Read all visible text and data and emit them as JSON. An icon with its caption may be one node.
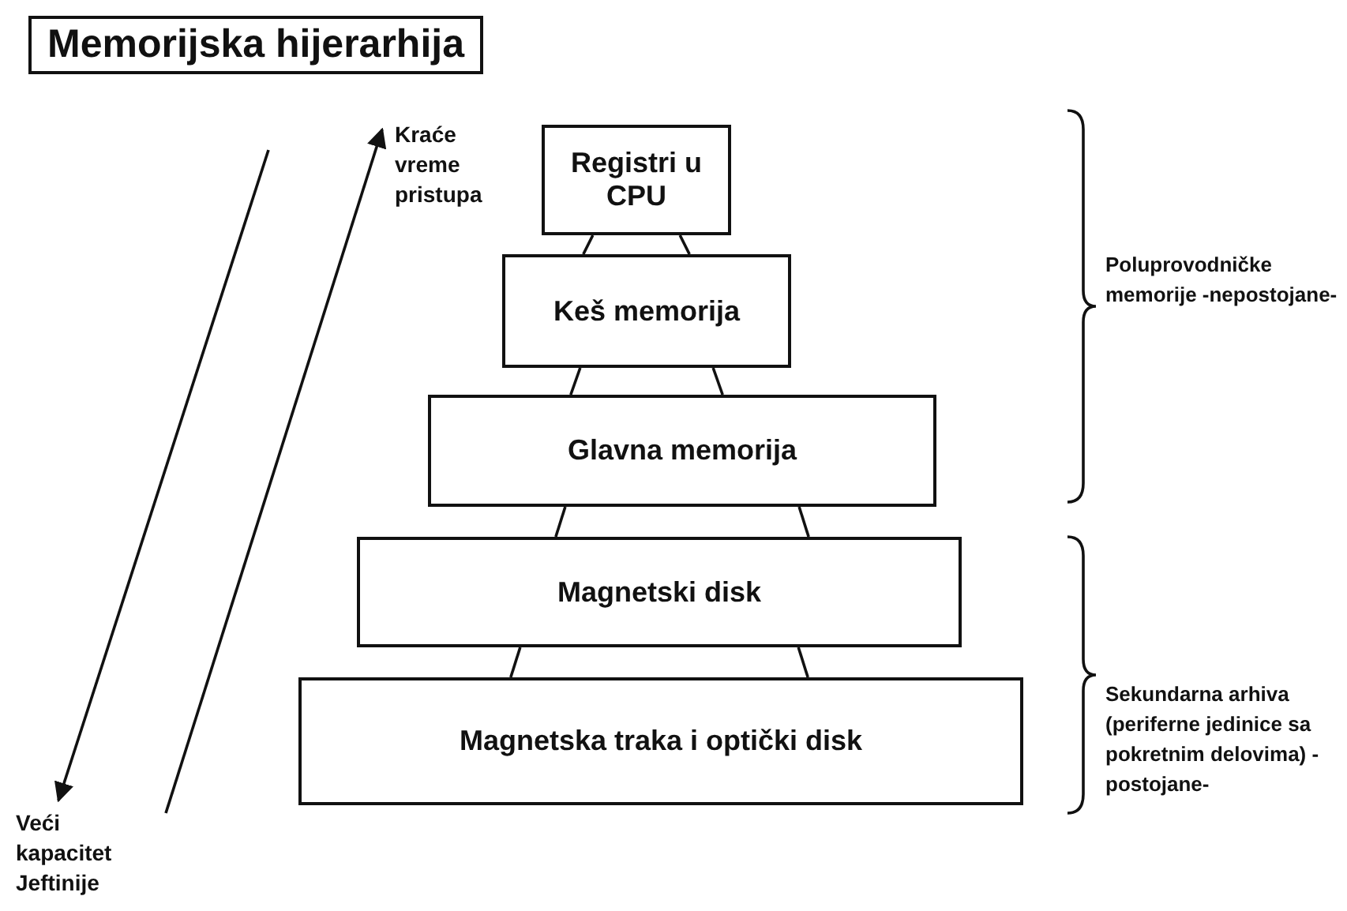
{
  "diagram": {
    "title": "Memorijska hijerarhija",
    "nodes": [
      {
        "text": [
          "Registri u CPU"
        ]
      },
      {
        "text": [
          "Keš memorija"
        ]
      },
      {
        "text": [
          "Glavna memorija"
        ]
      },
      {
        "text": [
          "Magnetski disk"
        ]
      },
      {
        "text": [
          "Magnetska traka i optički disk"
        ]
      },
      {
        "text": [
          "Kraće vreme pristupa"
        ]
      },
      {
        "text": [
          "Veći kapacitet Jeftinije"
        ]
      }
    ],
    "edges": [
      {
        "from": 0,
        "to": 1,
        "arrow": "none"
      },
      {
        "from": 0,
        "to": 1,
        "arrow": "none"
      },
      {
        "from": 1,
        "to": 2,
        "arrow": "none"
      },
      {
        "from": 1,
        "to": 2,
        "arrow": "none"
      },
      {
        "from": 2,
        "to": 3,
        "arrow": "none"
      },
      {
        "from": 2,
        "to": 3,
        "arrow": "none"
      },
      {
        "from": 3,
        "to": 4,
        "arrow": "none"
      },
      {
        "from": 3,
        "to": 4,
        "arrow": "none"
      },
      {
        "from": null,
        "to": 5,
        "arrow": "to"
      },
      {
        "from": null,
        "to": 6,
        "arrow": "to"
      }
    ],
    "labels": [
      "Poluprovodničke memorije -nepostojane-",
      "Sekundarna arhiva (periferne jedinice sa pokretnim delovima) -postojane-"
    ]
  }
}
